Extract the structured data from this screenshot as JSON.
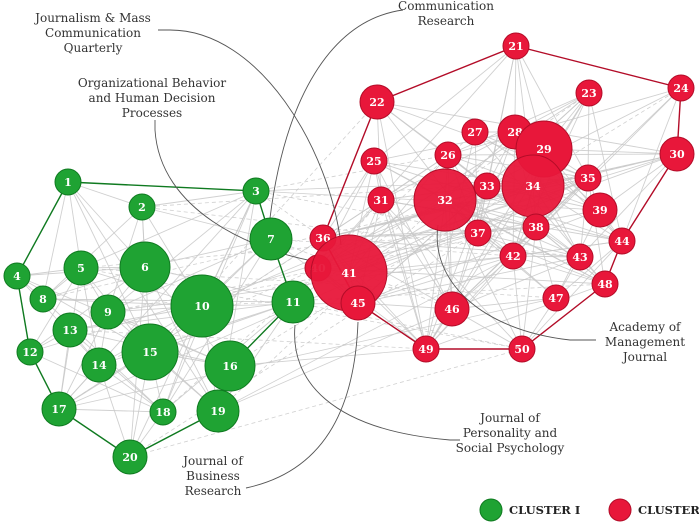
{
  "colors": {
    "cluster1": "#1fa333",
    "cluster1_stroke": "#0f7a20",
    "cluster2": "#e8173a",
    "cluster2_stroke": "#b30c28",
    "edge": "#c8c8c8",
    "annotation": "#555555"
  },
  "nodes": [
    {
      "id": "1",
      "cluster": 1,
      "size": 1
    },
    {
      "id": "2",
      "cluster": 1,
      "size": 1
    },
    {
      "id": "3",
      "cluster": 1,
      "size": 1
    },
    {
      "id": "4",
      "cluster": 1,
      "size": 1
    },
    {
      "id": "5",
      "cluster": 1,
      "size": 2
    },
    {
      "id": "6",
      "cluster": 1,
      "size": 4
    },
    {
      "id": "7",
      "cluster": 1,
      "size": 3
    },
    {
      "id": "8",
      "cluster": 1,
      "size": 1
    },
    {
      "id": "9",
      "cluster": 1,
      "size": 2
    },
    {
      "id": "10",
      "cluster": 1,
      "size": 6
    },
    {
      "id": "11",
      "cluster": 1,
      "size": 3
    },
    {
      "id": "12",
      "cluster": 1,
      "size": 1
    },
    {
      "id": "13",
      "cluster": 1,
      "size": 2
    },
    {
      "id": "14",
      "cluster": 1,
      "size": 2
    },
    {
      "id": "15",
      "cluster": 1,
      "size": 5
    },
    {
      "id": "16",
      "cluster": 1,
      "size": 4
    },
    {
      "id": "17",
      "cluster": 1,
      "size": 2
    },
    {
      "id": "18",
      "cluster": 1,
      "size": 1
    },
    {
      "id": "19",
      "cluster": 1,
      "size": 3
    },
    {
      "id": "20",
      "cluster": 1,
      "size": 2
    },
    {
      "id": "21",
      "cluster": 2,
      "size": 1
    },
    {
      "id": "22",
      "cluster": 2,
      "size": 2
    },
    {
      "id": "23",
      "cluster": 2,
      "size": 1
    },
    {
      "id": "24",
      "cluster": 2,
      "size": 1
    },
    {
      "id": "25",
      "cluster": 2,
      "size": 1
    },
    {
      "id": "26",
      "cluster": 2,
      "size": 1
    },
    {
      "id": "27",
      "cluster": 2,
      "size": 1
    },
    {
      "id": "28",
      "cluster": 2,
      "size": 2
    },
    {
      "id": "29",
      "cluster": 2,
      "size": 5
    },
    {
      "id": "30",
      "cluster": 2,
      "size": 2
    },
    {
      "id": "31",
      "cluster": 2,
      "size": 1
    },
    {
      "id": "32",
      "cluster": 2,
      "size": 6
    },
    {
      "id": "33",
      "cluster": 2,
      "size": 1
    },
    {
      "id": "34",
      "cluster": 2,
      "size": 6
    },
    {
      "id": "35",
      "cluster": 2,
      "size": 1
    },
    {
      "id": "36",
      "cluster": 2,
      "size": 1
    },
    {
      "id": "37",
      "cluster": 2,
      "size": 1
    },
    {
      "id": "38",
      "cluster": 2,
      "size": 1
    },
    {
      "id": "39",
      "cluster": 2,
      "size": 2
    },
    {
      "id": "40",
      "cluster": 2,
      "size": 1
    },
    {
      "id": "41",
      "cluster": 2,
      "size": 7
    },
    {
      "id": "42",
      "cluster": 2,
      "size": 1
    },
    {
      "id": "43",
      "cluster": 2,
      "size": 1
    },
    {
      "id": "44",
      "cluster": 2,
      "size": 1
    },
    {
      "id": "45",
      "cluster": 2,
      "size": 2
    },
    {
      "id": "46",
      "cluster": 2,
      "size": 2
    },
    {
      "id": "47",
      "cluster": 2,
      "size": 1
    },
    {
      "id": "48",
      "cluster": 2,
      "size": 1
    },
    {
      "id": "49",
      "cluster": 2,
      "size": 1
    },
    {
      "id": "50",
      "cluster": 2,
      "size": 1
    }
  ],
  "hull1": [
    "1",
    "3",
    "7",
    "11",
    "16",
    "19",
    "20",
    "17",
    "12",
    "4",
    "1"
  ],
  "hull2": [
    "21",
    "24",
    "30",
    "44",
    "48",
    "50",
    "49",
    "45",
    "36",
    "22",
    "21"
  ],
  "annotations": [
    {
      "target": "41",
      "lines": [
        "Journalism & Mass",
        "Communication",
        "Quarterly"
      ]
    },
    {
      "target": "7",
      "lines": [
        "Communication",
        "Research"
      ]
    },
    {
      "target": "41",
      "lines": [
        "Organizational Behavior",
        "and Human Decision",
        "Processes"
      ]
    },
    {
      "target": "32",
      "lines": [
        "Academy of",
        "Management",
        "Journal"
      ]
    },
    {
      "target": "11",
      "lines": [
        "Journal of",
        "Personality and",
        "Social Psychology"
      ]
    },
    {
      "target": "45",
      "lines": [
        "Journal of",
        "Business",
        "Research"
      ]
    }
  ],
  "legend": [
    {
      "label": "CLUSTER I",
      "cluster": 1
    },
    {
      "label": "CLUSTER II",
      "cluster": 2
    }
  ]
}
